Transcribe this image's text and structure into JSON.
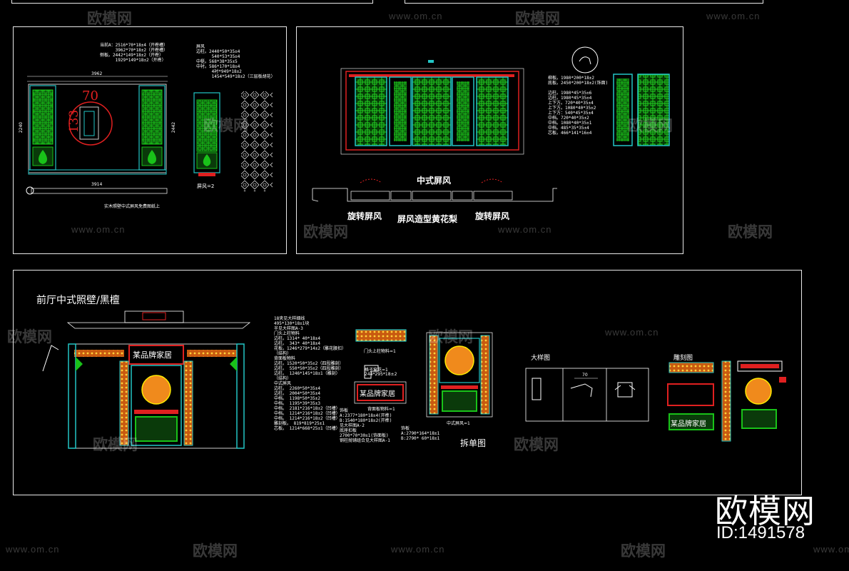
{
  "colors": {
    "bg": "#000000",
    "frame": "#e8e8e8",
    "green": "#19c219",
    "cyan": "#22c6c6",
    "red": "#e02020",
    "orange": "#f08a1c",
    "yellow": "#ffea00",
    "white": "#ffffff"
  },
  "watermark": {
    "cn": "欧模网",
    "url": "www.om.cn",
    "brand": "欧模网",
    "id": "ID:1491578"
  },
  "panel1": {
    "notes": "当前A：2516*70*18±4（开榫槽）\n      3962*70*18±2（开榫槽）\n侧板。2442*149*18±2（开榫）\n      1929*149*18±2（开榫）",
    "notes2": "屏风\n边柱。2440*50*35±4\n      540*53*35±4\n中梃。568*38*35±5\n中衬。586*170*18±4\n      4衬*949*18±2\n      1454*549*18±2（三层板胡花）",
    "dim_top": "3962",
    "dim_bottom": "3914",
    "dim_left": "2240",
    "dim_right": "2442",
    "red_num_1": "70",
    "red_num_2": "133",
    "caption": "屏风=2",
    "bottom_caption": "实木照壁中式屏风免费图纸上"
  },
  "panel2": {
    "title": "中式屏风",
    "label_left": "旋转屏风",
    "label_center": "屏风造型黄花梨",
    "label_right": "旋转屏风",
    "notes": "柳板。1980*200*18±2\n底板。2450*200*18±2(饰面)\n\n边柱。1980*45*35±6\n边柱。1980*45*35±4\n上下方。720*40*35±4\n上下方。1080*40*35±2\n上下方：540*45*35±4\n中档。720*40*35±2\n中档。1080*40*35±1\n中档。485*35*35±4\n芯板。466*141*16±4"
  },
  "panel3": {
    "title": "前厅中式照壁/黑檀",
    "sign_text": "某品牌家居",
    "notes": "18夹见大样细线\n495*130*18±1块\n半见大样图A-3\n门头上柱物料\n边柱。1314* 40*18±4\n边柱。 343* 40*18±4\n花板。1246*279*14±2（雕花腰扣）\n（结构）\n背面板物料\n边柱。1520*50*35±2（四段雕刻）\n边柱。 550*50*35±2（四段雕刻）\n边柱。 1246*145*18±1（雕刻）\n（结构）\n中式屏风\n边柱。 2260*50*35±4\n边柱。 2004*50*35±4\n中档。 1198*50*35±2\n中档。 1195*39*35±3\n中档。 2181*216*18±2（凹槽）\n中档。 1214*216*18±2（凹槽）\n中档。 1214*216*18±2（凹槽）\n雕刻板。 819*819*25±1\n芯板。 1214*668*25±1（凹槽）",
    "notes_b": "饰板\nA:2377*180*18±4(开榫)\nB:1540*180*18±2(开榫)\n见大样图A-2\n底座扣板\n2700*70*30±1(饰面板)\n钢柱抛铺组合见大样图A-1",
    "notes_c": "饰板\nA:2790*164*18±1\nB:2790* 60*18±1",
    "cap1": "门头上柱物料=1",
    "cap2": "格子窗花=1",
    "cap2b": "244*295*18±2",
    "cap3": "背面板物料=1",
    "cap4": "中式屏风=1",
    "cap_split": "拆单图",
    "cap_detail": "大样图",
    "cap_carve": "雕刻图",
    "detail_dim": "70"
  }
}
